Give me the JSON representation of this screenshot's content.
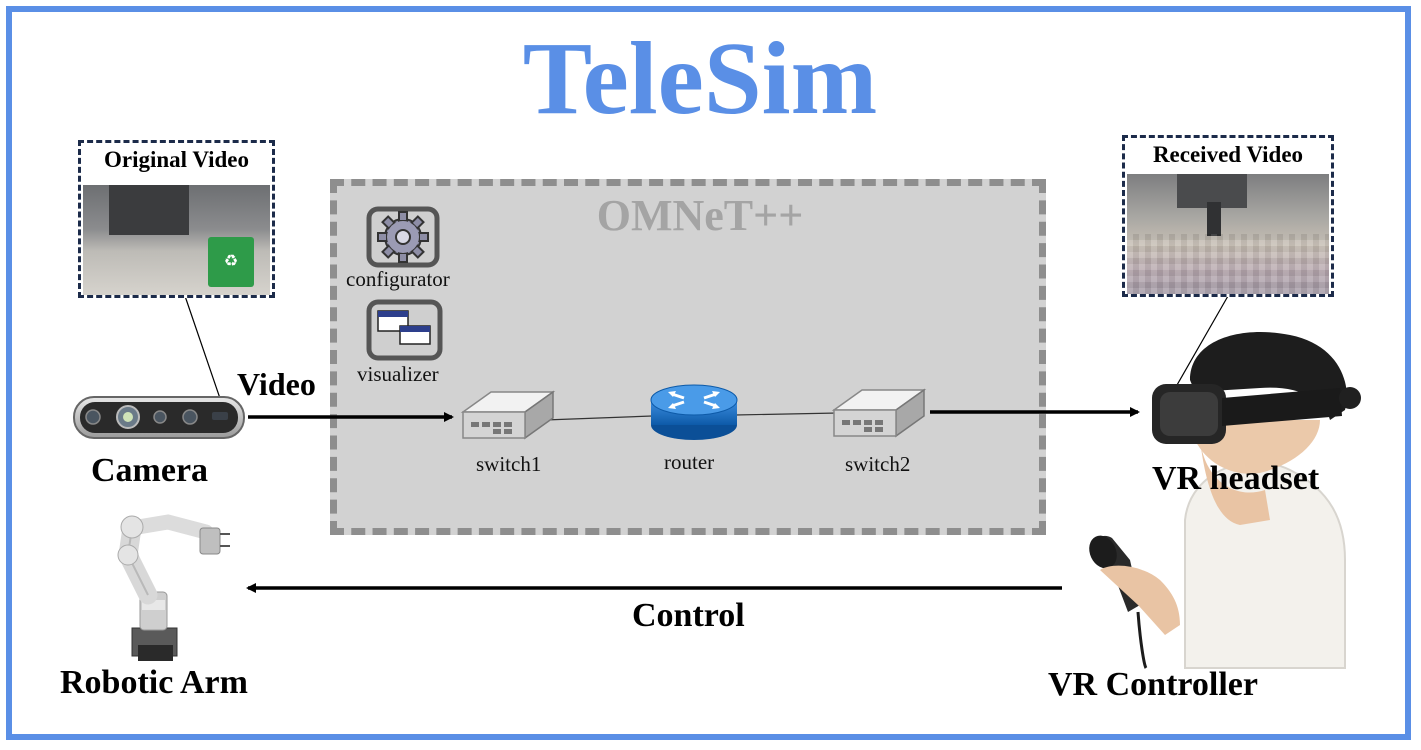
{
  "title": "TeleSim",
  "omnet": {
    "title": "OMNeT++",
    "configurator_label": "configurator",
    "visualizer_label": "visualizer",
    "switch1_label": "switch1",
    "router_label": "router",
    "switch2_label": "switch2"
  },
  "left": {
    "original_video_title": "Original Video",
    "video_arrow_label": "Video",
    "camera_label": "Camera",
    "robotic_arm_label": "Robotic Arm"
  },
  "right": {
    "received_video_title": "Received Video",
    "vr_headset_label": "VR headset",
    "vr_controller_label": "VR Controller"
  },
  "control_label": "Control",
  "colors": {
    "accent": "#5a8fe6",
    "omnet_bg": "#d2d2d2",
    "omnet_border": "#8e8e8e",
    "frame_border": "#1c2b4a",
    "router_blue": "#1d6fc4"
  },
  "icons": [
    "gear-icon",
    "windows-icon",
    "switch-icon",
    "router-icon",
    "camera-icon",
    "robotic-arm-icon",
    "vr-headset-icon",
    "vr-controller-icon"
  ]
}
